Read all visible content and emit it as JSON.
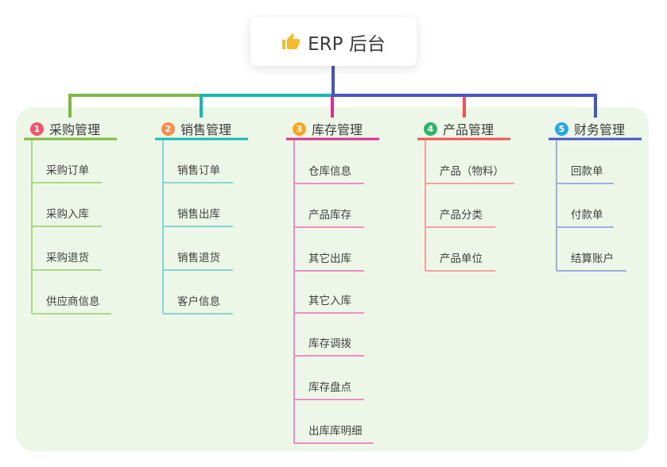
{
  "root": {
    "label": "ERP 后台",
    "icon": "thumbs-up-icon",
    "icon_color": "#f5b82e"
  },
  "colors": {
    "canvas_bg": "#edf7e8",
    "root_connector": "#4355c9",
    "text": "#3c3c3c"
  },
  "branches": [
    {
      "index": "1",
      "label": "采购管理",
      "badge_color": "#f2566c",
      "color": "#7cb93e",
      "light_color": "#aad780",
      "items": [
        "采购订单",
        "采购入库",
        "采购退货",
        "供应商信息"
      ]
    },
    {
      "index": "2",
      "label": "销售管理",
      "badge_color": "#fa8c4e",
      "color": "#14b8b4",
      "light_color": "#84d6d2",
      "items": [
        "销售订单",
        "销售出库",
        "销售退货",
        "客户信息"
      ]
    },
    {
      "index": "3",
      "label": "库存管理",
      "badge_color": "#f6a623",
      "color": "#d8308f",
      "light_color": "#f08cc4",
      "items": [
        "仓库信息",
        "产品库存",
        "其它出库",
        "其它入库",
        "库存调拨",
        "库存盘点",
        "出库库明细"
      ]
    },
    {
      "index": "4",
      "label": "产品管理",
      "badge_color": "#2cb56b",
      "color": "#f05352",
      "light_color": "#f5a09f",
      "items": [
        "产品（物料）",
        "产品分类",
        "产品单位"
      ]
    },
    {
      "index": "5",
      "label": "财务管理",
      "badge_color": "#2aa7e3",
      "color": "#4355c9",
      "light_color": "#9bafe6",
      "items": [
        "回款单",
        "付款单",
        "结算账户"
      ]
    }
  ]
}
